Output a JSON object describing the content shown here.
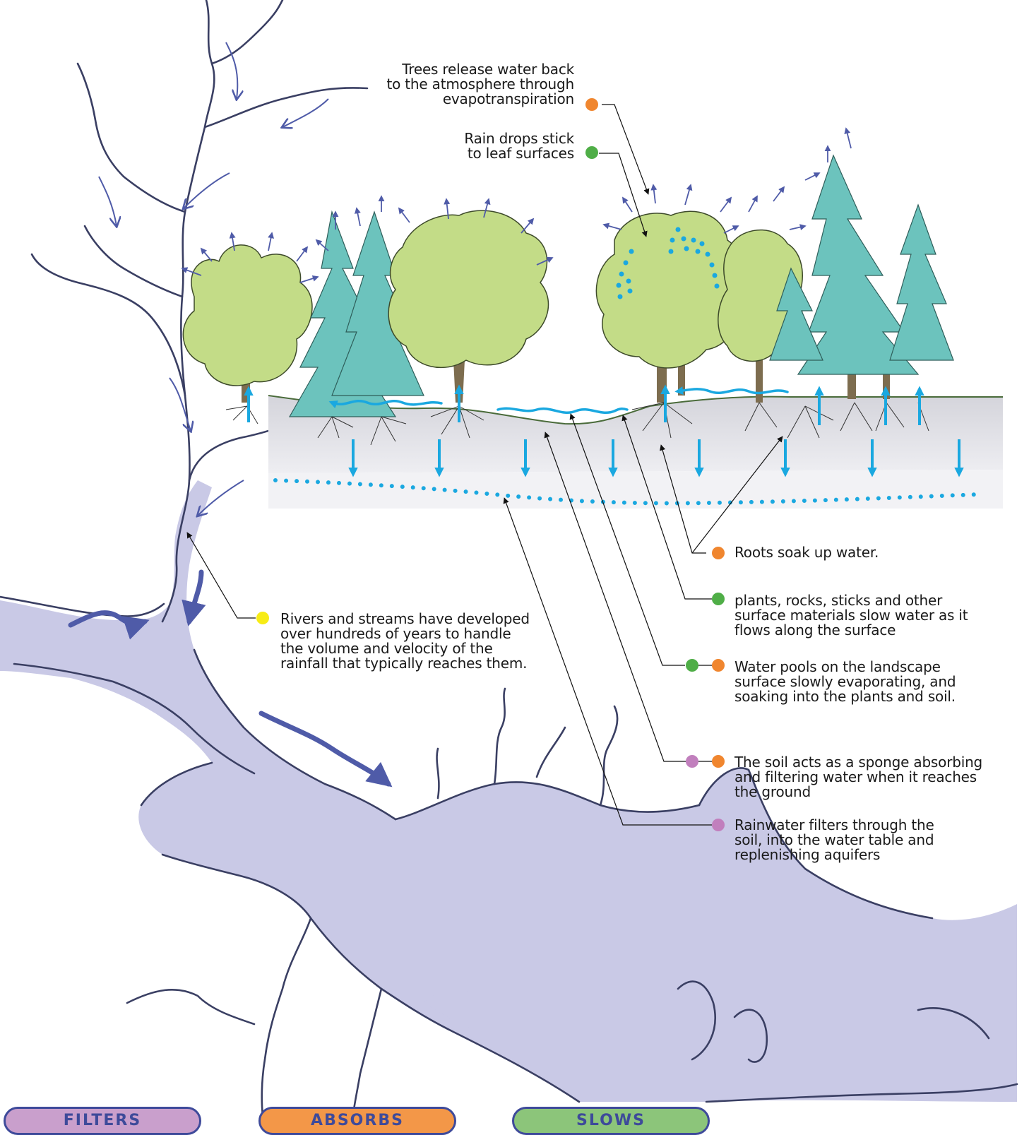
{
  "colors": {
    "orange": "#f0862f",
    "green": "#4fae47",
    "yellow": "#f7ec16",
    "purple": "#c17fbd",
    "water_blue": "#1aa8e0",
    "river_fill": "#c9c9e6",
    "river_line": "#3a3f63",
    "arrow_indigo": "#4f5ba8",
    "deciduous": "#c3dc87",
    "conifer": "#6cc3bd",
    "ground": "#d9d9df"
  },
  "icons": [
    "flow-arrow-icon",
    "evaporation-arrow-icon",
    "infiltration-arrow-icon",
    "uptake-arrow-icon",
    "raindrop-dots-icon",
    "water-table-dots-icon"
  ],
  "labels": {
    "evapotranspiration": "Trees release water back\nto the atmosphere through\nevapotranspiration",
    "leaf_surfaces": "Rain drops stick\nto leaf surfaces",
    "roots": "Roots soak up water.",
    "surface_materials": "plants, rocks, sticks and other\nsurface materials slow water as it\nflows along the surface",
    "water_pools": "Water pools on the landscape\nsurface slowly evaporating, and\nsoaking into the plants and soil.",
    "soil_sponge": "The soil acts as a sponge absorbing\nand filtering water when it reaches\nthe ground",
    "rainwater_filters": "Rainwater filters through the\nsoil, into the water table and\nreplenishing aquifers",
    "rivers": "Rivers and streams have developed\nover hundreds of years to handle\nthe volume and velocity of the\nrainfall that typically reaches them."
  },
  "legend": {
    "filters": "FILTERS",
    "absorbs": "ABSORBS",
    "slows": "SLOWS"
  }
}
